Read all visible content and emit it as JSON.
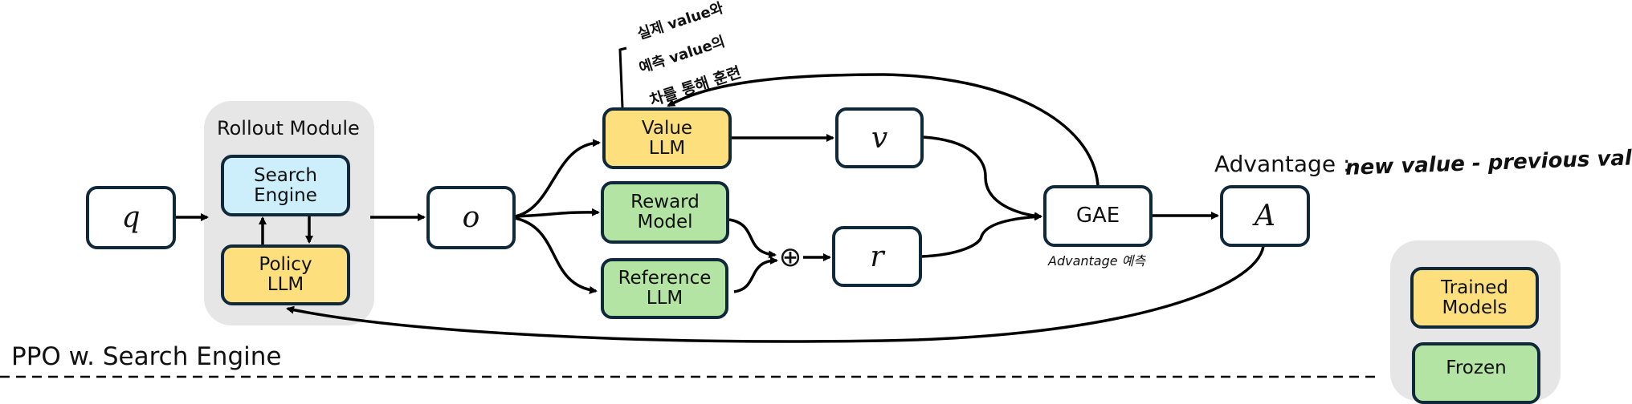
{
  "diagram": {
    "title": "PPO w. Search Engine",
    "rollout_module": {
      "label": "Rollout Module",
      "search_engine": "Search\nEngine",
      "policy_llm": "Policy\nLLM"
    },
    "nodes": {
      "q": "q",
      "o": "o",
      "value_llm": "Value\nLLM",
      "reward_model": "Reward\nModel",
      "reference_llm": "Reference\nLLM",
      "sum_symbol": "⊕",
      "v": "v",
      "r": "r",
      "gae": "GAE",
      "a": "A"
    },
    "labels": {
      "advantage": "Advantage",
      "advantage_colon": ":"
    },
    "annotations": {
      "value_note_line1": "실제 value와",
      "value_note_line2": "예측 value의",
      "value_note_line3": "차를 통해 훈련",
      "gae_note": "Advantage 예측",
      "advantage_note": "new value - previous value"
    },
    "legend": {
      "trained": "Trained\nModels",
      "frozen": "Frozen"
    },
    "colors": {
      "trained": "#fddf7d",
      "frozen": "#b4e4a3",
      "search": "#cdeefb",
      "border": "#10293a",
      "panel": "#e6e6e6"
    }
  }
}
